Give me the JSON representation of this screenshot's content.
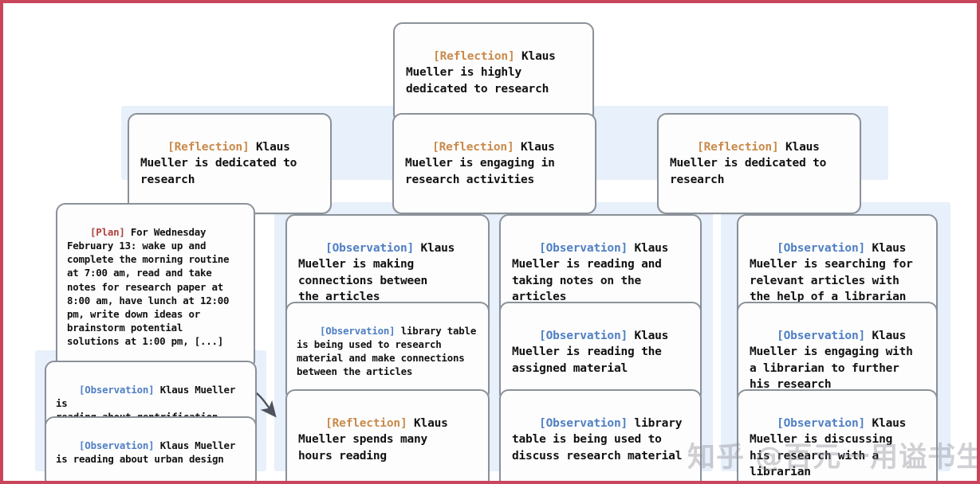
{
  "meta": {
    "border_color": "#c9455c",
    "panel_color": "#e8f0fb",
    "node_border_color": "#8b9199",
    "reflection_tag_color": "#c98a4b",
    "observation_tag_color": "#4f7fc4",
    "plan_tag_color": "#b0423c"
  },
  "top": {
    "tag": "[Reflection]",
    "text": " Klaus\nMueller is highly\ndedicated to research"
  },
  "reflections": [
    {
      "tag": "[Reflection]",
      "text": " Klaus\nMueller is dedicated to\nresearch"
    },
    {
      "tag": "[Reflection]",
      "text": " Klaus\nMueller is engaging in\nresearch activities"
    },
    {
      "tag": "[Reflection]",
      "text": " Klaus\nMueller is dedicated to\nresearch"
    }
  ],
  "plan": {
    "tag": "[Plan]",
    "text": " For Wednesday\nFebruary 13: wake up and\ncomplete the morning routine\nat 7:00 am, read and take\nnotes for research paper at\n8:00 am, have lunch at 12:00\npm, write down ideas or\nbrainstorm potential\nsolutions at 1:00 pm, [...]"
  },
  "left_column": [
    {
      "tag": "[Observation]",
      "text": " Klaus Mueller is\nreading about gentrification"
    },
    {
      "tag": "[Observation]",
      "text": " Klaus Mueller\nis reading about urban design"
    }
  ],
  "mid_left_column": [
    {
      "tag": "[Observation]",
      "text": " Klaus\nMueller is making\nconnections between\nthe articles"
    },
    {
      "tag": "[Observation]",
      "text": " library table\nis being used to research\nmaterial and make connections\nbetween the articles"
    },
    {
      "tag": "[Reflection]",
      "text": " Klaus\nMueller spends many\nhours reading"
    }
  ],
  "mid_right_column": [
    {
      "tag": "[Observation]",
      "text": " Klaus\nMueller is reading and\ntaking notes on the\narticles"
    },
    {
      "tag": "[Observation]",
      "text": " Klaus\nMueller is reading the\nassigned material"
    },
    {
      "tag": "[Observation]",
      "text": " library\ntable is being used to\ndiscuss research material"
    }
  ],
  "right_column": [
    {
      "tag": "[Observation]",
      "text": " Klaus\nMueller is searching for\nrelevant articles with\nthe help of a librarian"
    },
    {
      "tag": "[Observation]",
      "text": " Klaus\nMueller is engaging with\na librarian to further\nhis research"
    },
    {
      "tag": "[Observation]",
      "text": " Klaus\nMueller is discussing\nhis research with a\nlibrarian"
    }
  ],
  "watermark": {
    "text": "知乎 @百元一用谥书生"
  }
}
